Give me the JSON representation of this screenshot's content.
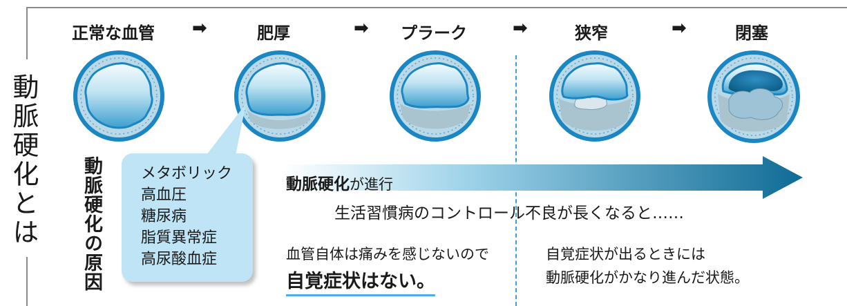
{
  "side_title": "動脈硬化とは",
  "cause_title": "動脈硬化の原因",
  "stages": [
    {
      "label": "正常な血管"
    },
    {
      "label": "肥厚"
    },
    {
      "label": "プラーク"
    },
    {
      "label": "狭窄"
    },
    {
      "label": "閉塞"
    }
  ],
  "stage_arrow": "➡",
  "causes": [
    "メタボリック",
    "高血圧",
    "糖尿病",
    "脂質異常症",
    "高尿酸血症"
  ],
  "progress": {
    "bold": "動脈硬化",
    "rest": "が進行"
  },
  "lifestyle": "生活習慣病のコントロール不良が長くなると……",
  "no_symptom": {
    "lead": "血管自体は痛みを感じないので",
    "emphasis": "自覚症状はない。"
  },
  "symptom": {
    "line1": "自覚症状が出るときには",
    "line2": "動脈硬化がかなり進んだ状態。"
  },
  "colors": {
    "vessel_ring": "#1a86c2",
    "vessel_wall": "#b9d9e8",
    "lumen_top": "#eaf6fc",
    "lumen_bottom": "#3d9fcf",
    "plaque": "#b8cbd4",
    "arrow_end": "#0f6b95",
    "callout": "#bfe4f6",
    "divider": "#3aa0d6"
  }
}
